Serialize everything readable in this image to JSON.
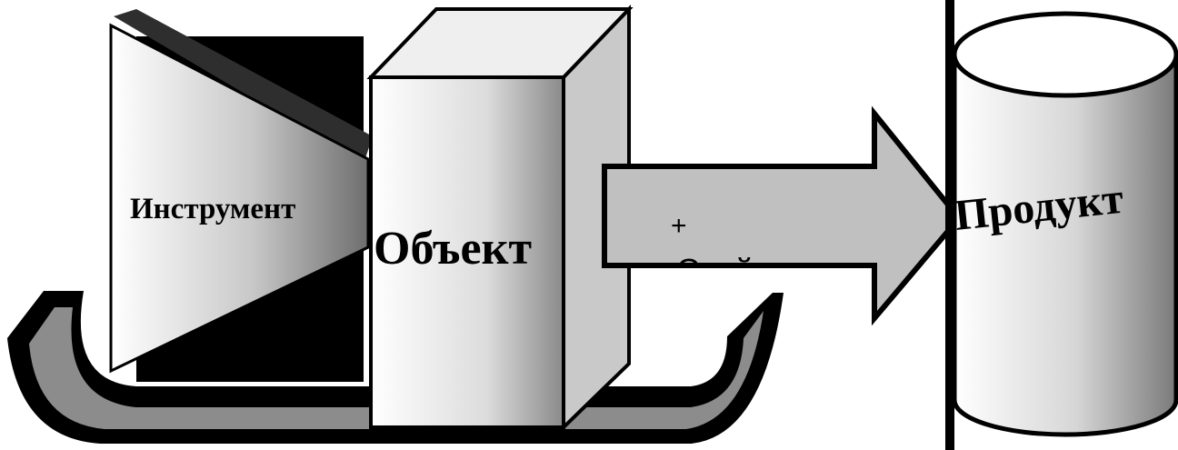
{
  "diagram": {
    "tool_label": "Инструмент",
    "object_label": "Объект",
    "arrow_plus": "+",
    "arrow_partial_label": "Свой",
    "product_label": "Продукт"
  }
}
